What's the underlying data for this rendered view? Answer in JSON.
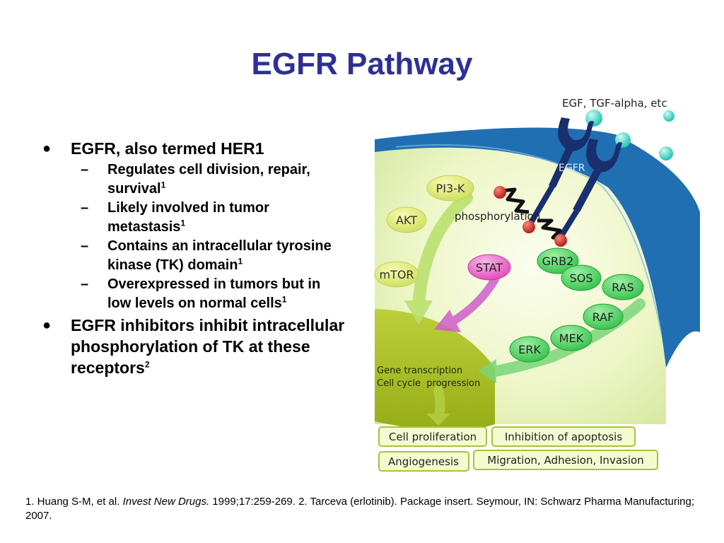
{
  "slide": {
    "title": "EGFR Pathway",
    "bullets": [
      {
        "text": "EGFR, also termed HER1",
        "sub": [
          {
            "text": "Regulates cell division, repair, survival",
            "sup": "1"
          },
          {
            "text": "Likely involved in tumor metastasis",
            "sup": "1"
          },
          {
            "text": "Contains an intracellular tyrosine kinase (TK) domain",
            "sup": "1"
          },
          {
            "text": "Overexpressed in tumors but in low levels on normal cells",
            "sup": "1"
          }
        ]
      },
      {
        "text": "EGFR inhibitors inhibit intracellular phosphorylation of TK at these receptors",
        "sup": "2"
      }
    ],
    "bullet_symbol": "●",
    "dash_symbol": "–"
  },
  "diagram": {
    "ligands_label": "EGF, TGF-alpha, etc",
    "receptor_label": "EGFR",
    "phosphorylation_label": "phosphorylation",
    "nodes": {
      "pi3k": "PI3-K",
      "akt": "AKT",
      "mtor": "mTOR",
      "stat": "STAT",
      "grb2": "GRB2",
      "sos": "SOS",
      "ras": "RAS",
      "raf": "RAF",
      "mek": "MEK",
      "erk": "ERK"
    },
    "nucleus_line1": "Gene transcription",
    "nucleus_line2": "Cell cycle  progression",
    "outcomes": [
      "Cell proliferation",
      "Inhibition of apoptosis",
      "Angiogenesis",
      "Migration, Adhesion, Invasion"
    ]
  },
  "footnote": {
    "part1": "1. Huang S-M, et al. ",
    "journal": "Invest New Drugs.",
    "part2": " 1999;17:259-269. 2. Tarceva (erlotinib). Package insert. Seymour, IN: Schwarz Pharma Manufacturing; 2007."
  }
}
